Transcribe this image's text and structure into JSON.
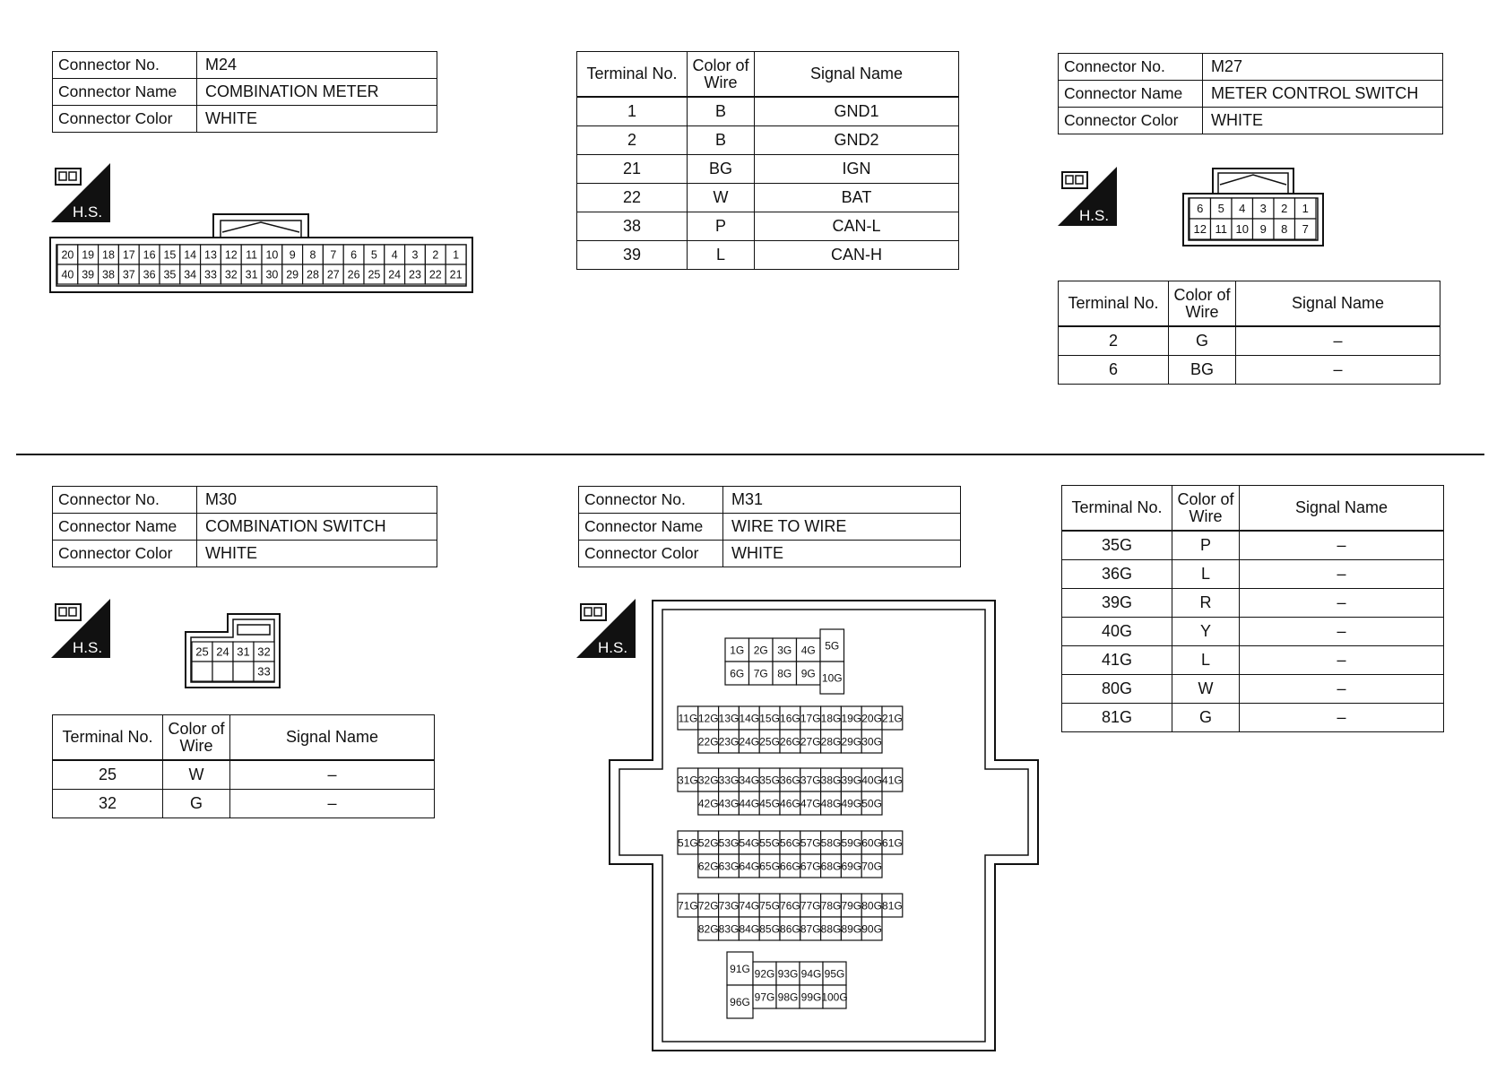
{
  "labels": {
    "connector_no": "Connector No.",
    "connector_name": "Connector Name",
    "connector_color": "Connector Color",
    "terminal_no": "Terminal No.",
    "color_of": "Color of",
    "wire": "Wire",
    "signal_name": "Signal Name",
    "hs": "H.S."
  },
  "m24": {
    "no": "M24",
    "name": "COMBINATION METER",
    "color": "WHITE",
    "pins_top": [
      "20",
      "19",
      "18",
      "17",
      "16",
      "15",
      "14",
      "13",
      "12",
      "11",
      "10",
      "9",
      "8",
      "7",
      "6",
      "5",
      "4",
      "3",
      "2",
      "1"
    ],
    "pins_bottom": [
      "40",
      "39",
      "38",
      "37",
      "36",
      "35",
      "34",
      "33",
      "32",
      "31",
      "30",
      "29",
      "28",
      "27",
      "26",
      "25",
      "24",
      "23",
      "22",
      "21"
    ],
    "rows": [
      {
        "t": "1",
        "c": "B",
        "s": "GND1"
      },
      {
        "t": "2",
        "c": "B",
        "s": "GND2"
      },
      {
        "t": "21",
        "c": "BG",
        "s": "IGN"
      },
      {
        "t": "22",
        "c": "W",
        "s": "BAT"
      },
      {
        "t": "38",
        "c": "P",
        "s": "CAN-L"
      },
      {
        "t": "39",
        "c": "L",
        "s": "CAN-H"
      }
    ]
  },
  "m27": {
    "no": "M27",
    "name": "METER CONTROL SWITCH",
    "color": "WHITE",
    "pins_top": [
      "6",
      "5",
      "4",
      "3",
      "2",
      "1"
    ],
    "pins_bottom": [
      "12",
      "11",
      "10",
      "9",
      "8",
      "7"
    ],
    "rows": [
      {
        "t": "2",
        "c": "G",
        "s": "–"
      },
      {
        "t": "6",
        "c": "BG",
        "s": "–"
      }
    ]
  },
  "m30": {
    "no": "M30",
    "name": "COMBINATION SWITCH",
    "color": "WHITE",
    "pins_top": [
      "25",
      "24",
      "31",
      "32"
    ],
    "pins_bottom": [
      "33"
    ],
    "rows": [
      {
        "t": "25",
        "c": "W",
        "s": "–"
      },
      {
        "t": "32",
        "c": "G",
        "s": "–"
      }
    ]
  },
  "m31": {
    "no": "M31",
    "name": "WIRE TO WIRE",
    "color": "WHITE",
    "block1_top": [
      "1G",
      "2G",
      "3G",
      "4G",
      "5G"
    ],
    "block1_bottom": [
      "6G",
      "7G",
      "8G",
      "9G",
      "10G"
    ],
    "block2_top": [
      "11G",
      "12G",
      "13G",
      "14G",
      "15G",
      "16G",
      "17G",
      "18G",
      "19G",
      "20G",
      "21G"
    ],
    "block2_bottom": [
      "22G",
      "23G",
      "24G",
      "25G",
      "26G",
      "27G",
      "28G",
      "29G",
      "30G"
    ],
    "block3_top": [
      "31G",
      "32G",
      "33G",
      "34G",
      "35G",
      "36G",
      "37G",
      "38G",
      "39G",
      "40G",
      "41G"
    ],
    "block3_bottom": [
      "42G",
      "43G",
      "44G",
      "45G",
      "46G",
      "47G",
      "48G",
      "49G",
      "50G"
    ],
    "block4_top": [
      "51G",
      "52G",
      "53G",
      "54G",
      "55G",
      "56G",
      "57G",
      "58G",
      "59G",
      "60G",
      "61G"
    ],
    "block4_bottom": [
      "62G",
      "63G",
      "64G",
      "65G",
      "66G",
      "67G",
      "68G",
      "69G",
      "70G"
    ],
    "block5_top": [
      "71G",
      "72G",
      "73G",
      "74G",
      "75G",
      "76G",
      "77G",
      "78G",
      "79G",
      "80G",
      "81G"
    ],
    "block5_bottom": [
      "82G",
      "83G",
      "84G",
      "85G",
      "86G",
      "87G",
      "88G",
      "89G",
      "90G"
    ],
    "block6_top": [
      "91G",
      "92G",
      "93G",
      "94G",
      "95G"
    ],
    "block6_bottom": [
      "96G",
      "97G",
      "98G",
      "99G",
      "100G"
    ],
    "rows": [
      {
        "t": "35G",
        "c": "P",
        "s": "–"
      },
      {
        "t": "36G",
        "c": "L",
        "s": "–"
      },
      {
        "t": "39G",
        "c": "R",
        "s": "–"
      },
      {
        "t": "40G",
        "c": "Y",
        "s": "–"
      },
      {
        "t": "41G",
        "c": "L",
        "s": "–"
      },
      {
        "t": "80G",
        "c": "W",
        "s": "–"
      },
      {
        "t": "81G",
        "c": "G",
        "s": "–"
      }
    ]
  }
}
